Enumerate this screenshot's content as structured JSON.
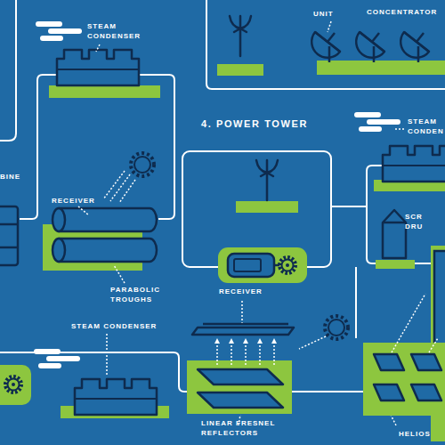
{
  "diagram": {
    "title": "4. POWER TOWER",
    "labels": [
      "STEAM CONDENSER",
      "UNIT",
      "CONCENTRATOR",
      "BINE",
      "RECEIVER",
      "PARABOLIC TROUGHS",
      "STEAM CONDEN",
      "SCR DRU",
      "STEAM CONDENSER",
      "RECEIVER",
      "LINEAR FRESNEL REFLECTORS",
      "HELIOS"
    ]
  }
}
